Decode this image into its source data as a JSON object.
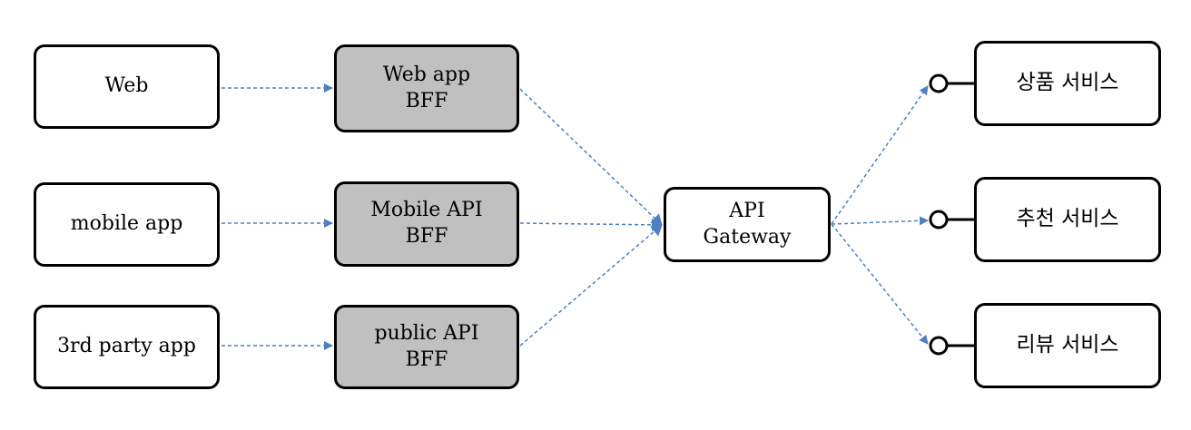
{
  "clients": {
    "web": "Web",
    "mobile": "mobile app",
    "thirdparty": "3rd party app"
  },
  "bffs": {
    "web": {
      "line1": "Web app",
      "line2": "BFF"
    },
    "mobile": {
      "line1": "Mobile API",
      "line2": "BFF"
    },
    "public": {
      "line1": "public API",
      "line2": "BFF"
    }
  },
  "gateway": {
    "line1": "API",
    "line2": "Gateway"
  },
  "services": {
    "product": "상품 서비스",
    "recommend": "추천 서비스",
    "review": "리뷰 서비스"
  },
  "colors": {
    "arrow": "#4f7fbf",
    "bff_fill": "#c0c0c0",
    "border": "#000000"
  }
}
